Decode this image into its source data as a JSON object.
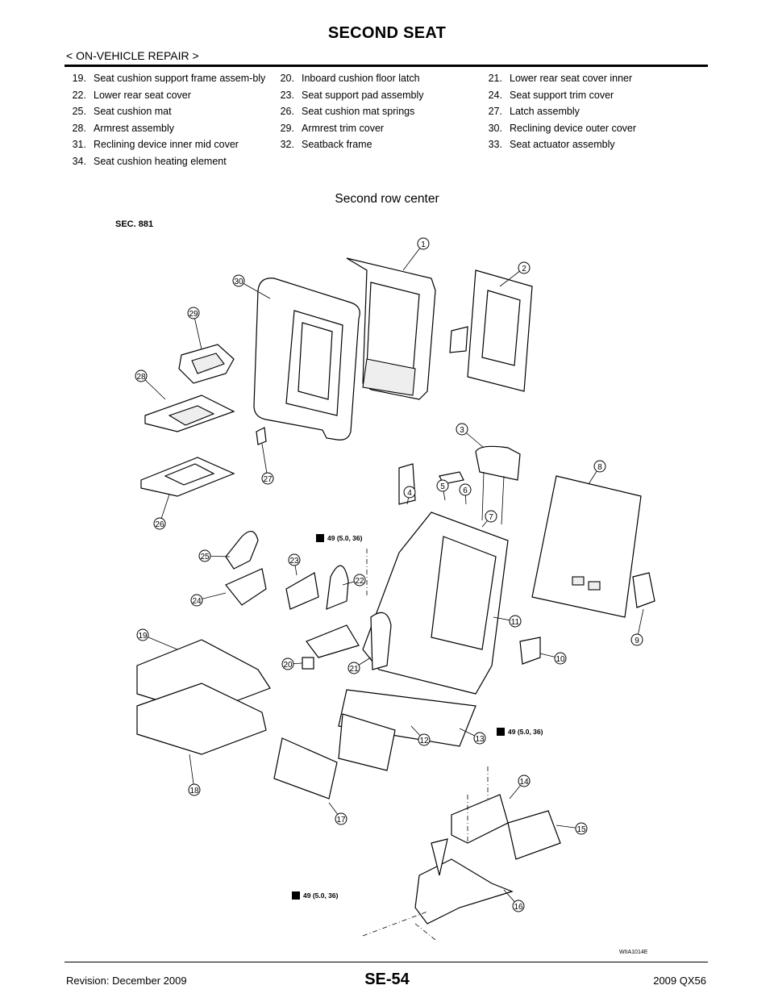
{
  "header": {
    "title": "SECOND SEAT",
    "breadcrumb": "< ON-VEHICLE REPAIR >"
  },
  "legend": [
    [
      "19.",
      "Seat cushion support frame assem-bly",
      "20.",
      "Inboard cushion floor latch",
      "21.",
      "Lower rear seat cover inner"
    ],
    [
      "22.",
      "Lower rear seat cover",
      "23.",
      "Seat support pad assembly",
      "24.",
      "Seat support trim cover"
    ],
    [
      "25.",
      "Seat cushion mat",
      "26.",
      "Seat cushion mat springs",
      "27.",
      "Latch assembly"
    ],
    [
      "28.",
      "Armrest assembly",
      "29.",
      "Armrest trim cover",
      "30.",
      "Reclining device outer cover"
    ],
    [
      "31.",
      "Reclining device inner mid cover",
      "32.",
      "Seatback frame",
      "33.",
      "Seat actuator assembly"
    ],
    [
      "34.",
      "Seat cushion heating element",
      "",
      "",
      "",
      ""
    ]
  ],
  "figure": {
    "caption": "Second row center",
    "section": "SEC. 881",
    "figure_id": "WIIA1014E",
    "torque_label": "49 (5.0, 36)",
    "callouts": [
      "1",
      "2",
      "3",
      "4",
      "5",
      "6",
      "7",
      "8",
      "9",
      "10",
      "11",
      "12",
      "13",
      "14",
      "15",
      "16",
      "17",
      "18",
      "19",
      "20",
      "21",
      "22",
      "23",
      "24",
      "25",
      "26",
      "27",
      "28",
      "29",
      "30"
    ]
  },
  "footer": {
    "revision": "Revision: December 2009",
    "page": "SE-54",
    "model": "2009 QX56"
  }
}
